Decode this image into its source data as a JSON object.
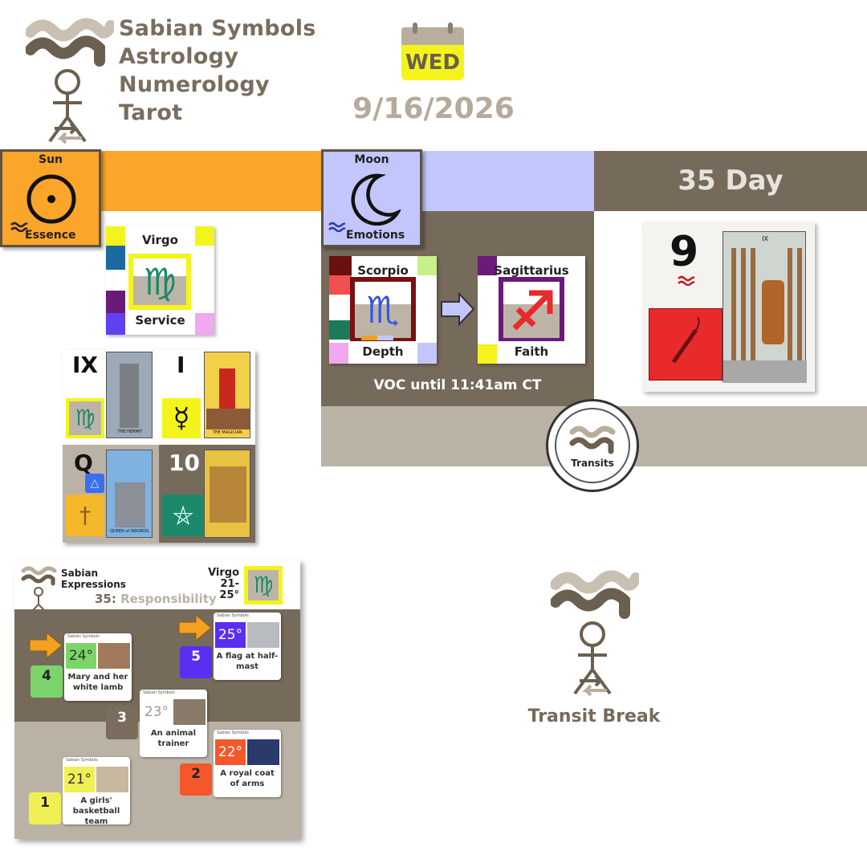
{
  "brand": {
    "lines": [
      "Sabian Symbols",
      "Astrology",
      "Numerology",
      "Tarot"
    ]
  },
  "calendar": {
    "weekday": "WED",
    "date": "9/16/2026"
  },
  "sun": {
    "title": "Sun",
    "subtitle": "Essence",
    "color": "#fba52a"
  },
  "moon": {
    "title": "Moon",
    "subtitle": "Emotions",
    "color": "#c2c6fb"
  },
  "day": {
    "label": "35 Day"
  },
  "sun_sign": {
    "name": "Virgo",
    "keyword": "Service",
    "icon": "virgo-icon"
  },
  "moon_transition": {
    "from": {
      "name": "Scorpio",
      "keyword": "Depth",
      "icon": "scorpio-icon"
    },
    "to": {
      "name": "Sagittarius",
      "keyword": "Faith",
      "icon": "sagittarius-icon"
    },
    "voc": "VOC until 11:41am CT"
  },
  "tarot": [
    {
      "numeral": "IX",
      "card": "THE HERMIT"
    },
    {
      "numeral": "I",
      "card": "THE MAGICIAN."
    },
    {
      "numeral": "Q",
      "card": "QUEEN of SWORDS."
    },
    {
      "numeral": "10",
      "card": ""
    }
  ],
  "day_card": {
    "numeral": "9",
    "card_roman": "IX"
  },
  "transits_seal": {
    "label": "Transits"
  },
  "sabian": {
    "title_line1": "Sabian",
    "title_line2": "Expressions",
    "sign": "Virgo",
    "range": "21-25°",
    "theme_number": "35:",
    "theme_word": "Responsibility",
    "mini_header": "Sabian Symbols",
    "mini_sign": "Virgo",
    "cards": [
      {
        "degree": "25°",
        "text": "A flag at half-mast",
        "number": "5",
        "color": "#5a2ff0",
        "numcolor": "#5a2ff0"
      },
      {
        "degree": "24°",
        "text": "Mary and her white lamb",
        "number": "4",
        "color": "#7cd56a",
        "numcolor": "#7cd56a"
      },
      {
        "degree": "23°",
        "text": "An animal trainer",
        "number": "3",
        "color": "#7a6d5e",
        "numcolor": "#7a6d5e"
      },
      {
        "degree": "22°",
        "text": "A royal coat of arms",
        "number": "2",
        "color": "#f4582a",
        "numcolor": "#f4582a"
      },
      {
        "degree": "21°",
        "text": "A girls' basketball team",
        "number": "1",
        "color": "#f0f055",
        "numcolor": "#f0f055"
      }
    ]
  },
  "transit_break": {
    "label": "Transit Break"
  }
}
